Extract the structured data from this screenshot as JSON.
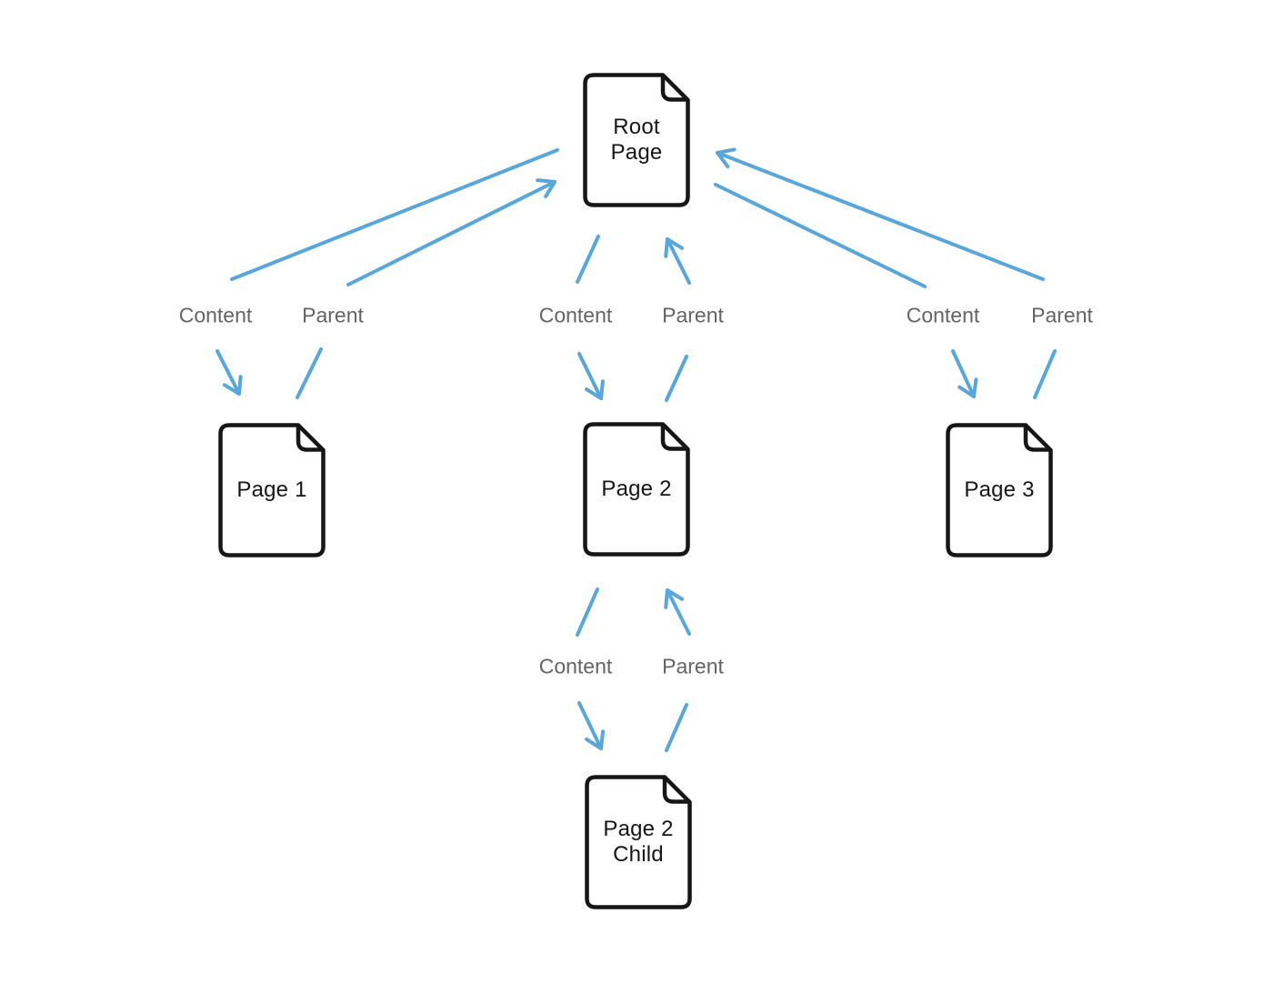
{
  "page": {
    "background": "#ffffff"
  },
  "colors": {
    "arrow_blue": "#59a7da",
    "node_outline": "#161616",
    "edge_label_gray": "#646464",
    "node_text": "#161616"
  },
  "diagram": {
    "type": "page-hierarchy",
    "nodes": [
      {
        "id": "root-page",
        "line1": "Root",
        "line2": "Page"
      },
      {
        "id": "page-1",
        "line1": "Page 1"
      },
      {
        "id": "page-2",
        "line1": "Page 2"
      },
      {
        "id": "page-3",
        "line1": "Page 3"
      },
      {
        "id": "page-2-child",
        "line1": "Page 2",
        "line2": "Child"
      }
    ],
    "links": [
      {
        "label": "Content",
        "from": "Root Page",
        "to": "Page 1"
      },
      {
        "label": "Parent",
        "from": "Page 1",
        "to": "Root Page"
      },
      {
        "label": "Content",
        "from": "Root Page",
        "to": "Page 2"
      },
      {
        "label": "Parent",
        "from": "Page 2",
        "to": "Root Page"
      },
      {
        "label": "Content",
        "from": "Root Page",
        "to": "Page 3"
      },
      {
        "label": "Parent",
        "from": "Page 3",
        "to": "Root Page"
      },
      {
        "label": "Content",
        "from": "Page 2",
        "to": "Page 2 Child"
      },
      {
        "label": "Parent",
        "from": "Page 2 Child",
        "to": "Page 2"
      }
    ]
  }
}
